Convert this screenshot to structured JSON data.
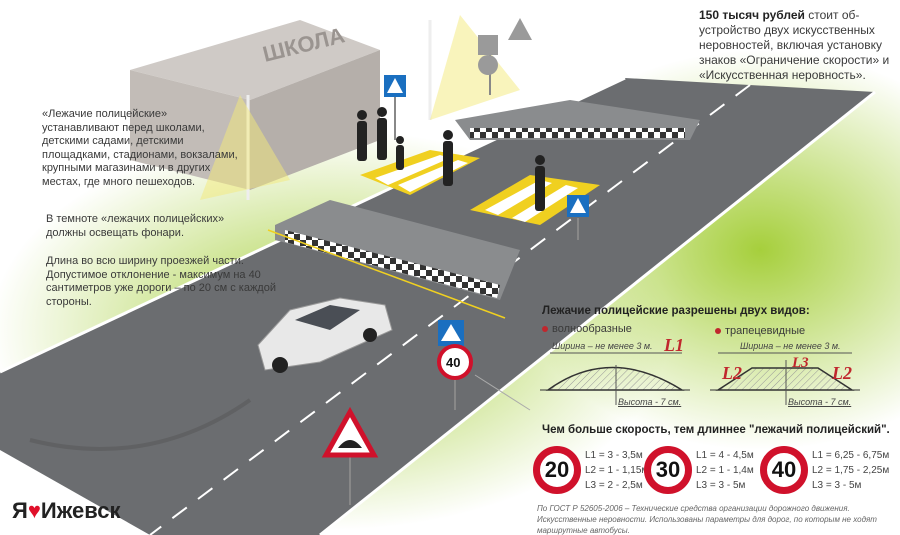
{
  "header": {
    "cost_bold": "150 тысяч рублей",
    "cost_text": " стоит об-устройство двух искусственных неровностей, включая установку знаков «Ограничение скорости» и «Искусственная неровность»."
  },
  "scene": {
    "building_label": "ШКОЛА"
  },
  "notes": [
    "«Лежачие полицейские» устанавливают перед школами, детскими садами, детскими площадками, стадионами, вокзалами, крупными магазинами и в других местах, где много пешеходов.",
    "В темноте «лежачих полицейских» должны освещать фонари.",
    "Длина во всю ширину проезжей части. Допустимое отклонение - максимум на 40 сантиметров уже дороги – по 20 см с каждой стороны."
  ],
  "road_sign_speed": "40",
  "types": {
    "title": "Лежачие полицейские разрешены двух видов:",
    "wave": {
      "label": "волнообразные",
      "width": "Ширина – не менее 3 м.",
      "height": "Высота - 7 см.",
      "L": "L1"
    },
    "trap": {
      "label": "трапецевидные",
      "width": "Ширина – не менее 3 м.",
      "height": "Высота - 7 см.",
      "L2": "L2",
      "L3": "L3"
    }
  },
  "speeds": {
    "title": "Чем больше скорость, тем длиннее \"лежачий полицейский\".",
    "items": [
      {
        "speed": "20",
        "l1": "L1 = 3 - 3,5м",
        "l2": "L2 = 1 - 1,15м",
        "l3": "L3 = 2 - 2,5м"
      },
      {
        "speed": "30",
        "l1": "L1 = 4 - 4,5м",
        "l2": "L2 = 1 - 1,4м",
        "l3": "L3 = 3 - 5м"
      },
      {
        "speed": "40",
        "l1": "L1 = 6,25 - 6,75м",
        "l2": "L2 = 1,75 - 2,25м",
        "l3": "L3 = 3 - 5м"
      }
    ]
  },
  "footnote": "По ГОСТ Р 52605-2006 – Технические средства организации дорожного движения. Искусственные неровности. Использованы параметры для дорог, по которым не ходят маршрутные автобусы.",
  "logo": {
    "ya": "Я",
    "heart": "♥",
    "city": "Ижевск"
  },
  "colors": {
    "red": "#c0272d",
    "grass": "#a6cf3c",
    "road": "#6b6d70"
  }
}
